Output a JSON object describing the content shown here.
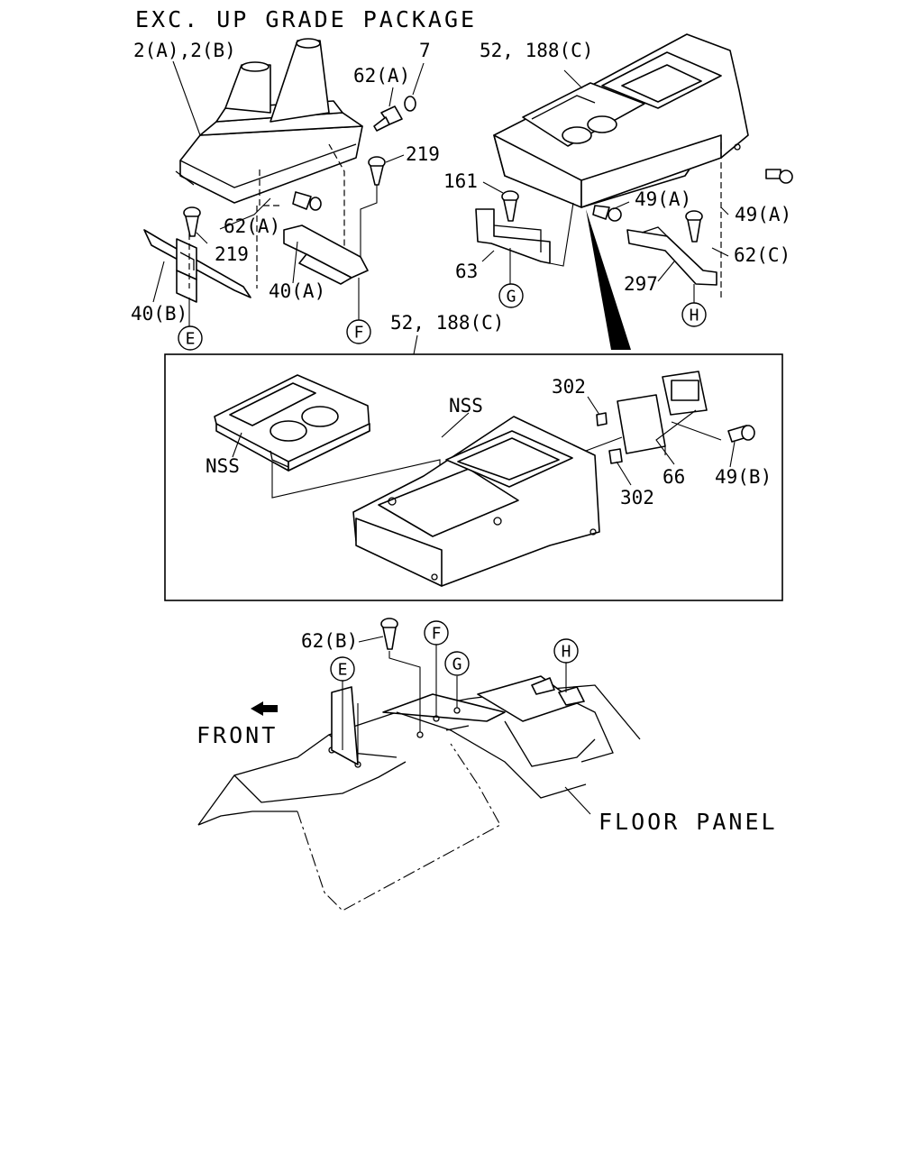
{
  "header": "EXC. UP GRADE PACKAGE",
  "labels": {
    "p2": "2(A),2(B)",
    "p7": "7",
    "p62a_top": "62(A)",
    "p219_top": "219",
    "p62a_mid": "62(A)",
    "p219_mid": "219",
    "p40b": "40(B)",
    "p40a": "40(A)",
    "p52_top": "52, 188(C)",
    "p161": "161",
    "p49a_1": "49(A)",
    "p49a_2": "49(A)",
    "p63": "63",
    "p297": "297",
    "p62c": "62(C)",
    "p52_mid": "52, 188(C)",
    "nss_1": "NSS",
    "nss_2": "NSS",
    "p302_1": "302",
    "p302_2": "302",
    "p66": "66",
    "p49b": "49(B)",
    "p62b": "62(B)",
    "front": "FRONT",
    "floor_panel": "FLOOR PANEL"
  },
  "refs": {
    "e": "E",
    "f": "F",
    "g": "G",
    "h": "H"
  }
}
